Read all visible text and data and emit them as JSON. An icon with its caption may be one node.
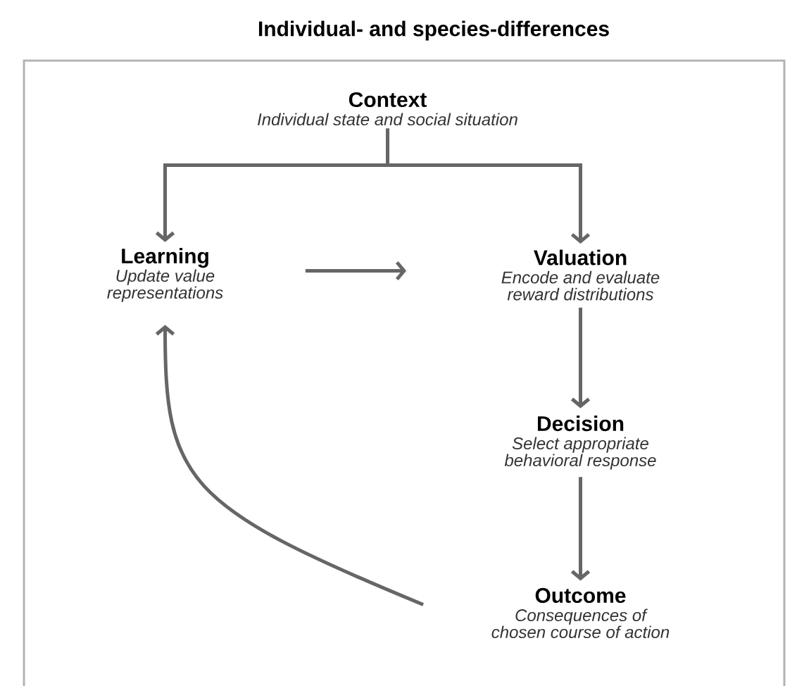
{
  "diagram": {
    "nodes": [
      {
        "text": [
          "Individual- and species-differences"
        ]
      },
      {
        "text": [
          "Context",
          "Individual state and social situation"
        ],
        "in": 0
      },
      {
        "text": [
          "Learning",
          "Update value representations"
        ],
        "in": 0
      },
      {
        "text": [
          "Valuation",
          "Encode and evaluate reward distributions"
        ],
        "in": 0
      },
      {
        "text": [
          "Decision",
          "Select appropriate behavioral response"
        ],
        "in": 0
      },
      {
        "text": [
          "Outcome",
          "Consequences of chosen course of action"
        ],
        "in": 0
      }
    ],
    "edges": [
      {
        "from": 1,
        "to": 2,
        "arrow": "to"
      },
      {
        "from": 1,
        "to": 3,
        "arrow": "to"
      },
      {
        "from": 2,
        "to": 3,
        "arrow": "to"
      },
      {
        "from": 3,
        "to": 4,
        "arrow": "to"
      },
      {
        "from": 4,
        "to": 5,
        "arrow": "to"
      },
      {
        "from": 5,
        "to": 2,
        "arrow": "to"
      }
    ]
  }
}
